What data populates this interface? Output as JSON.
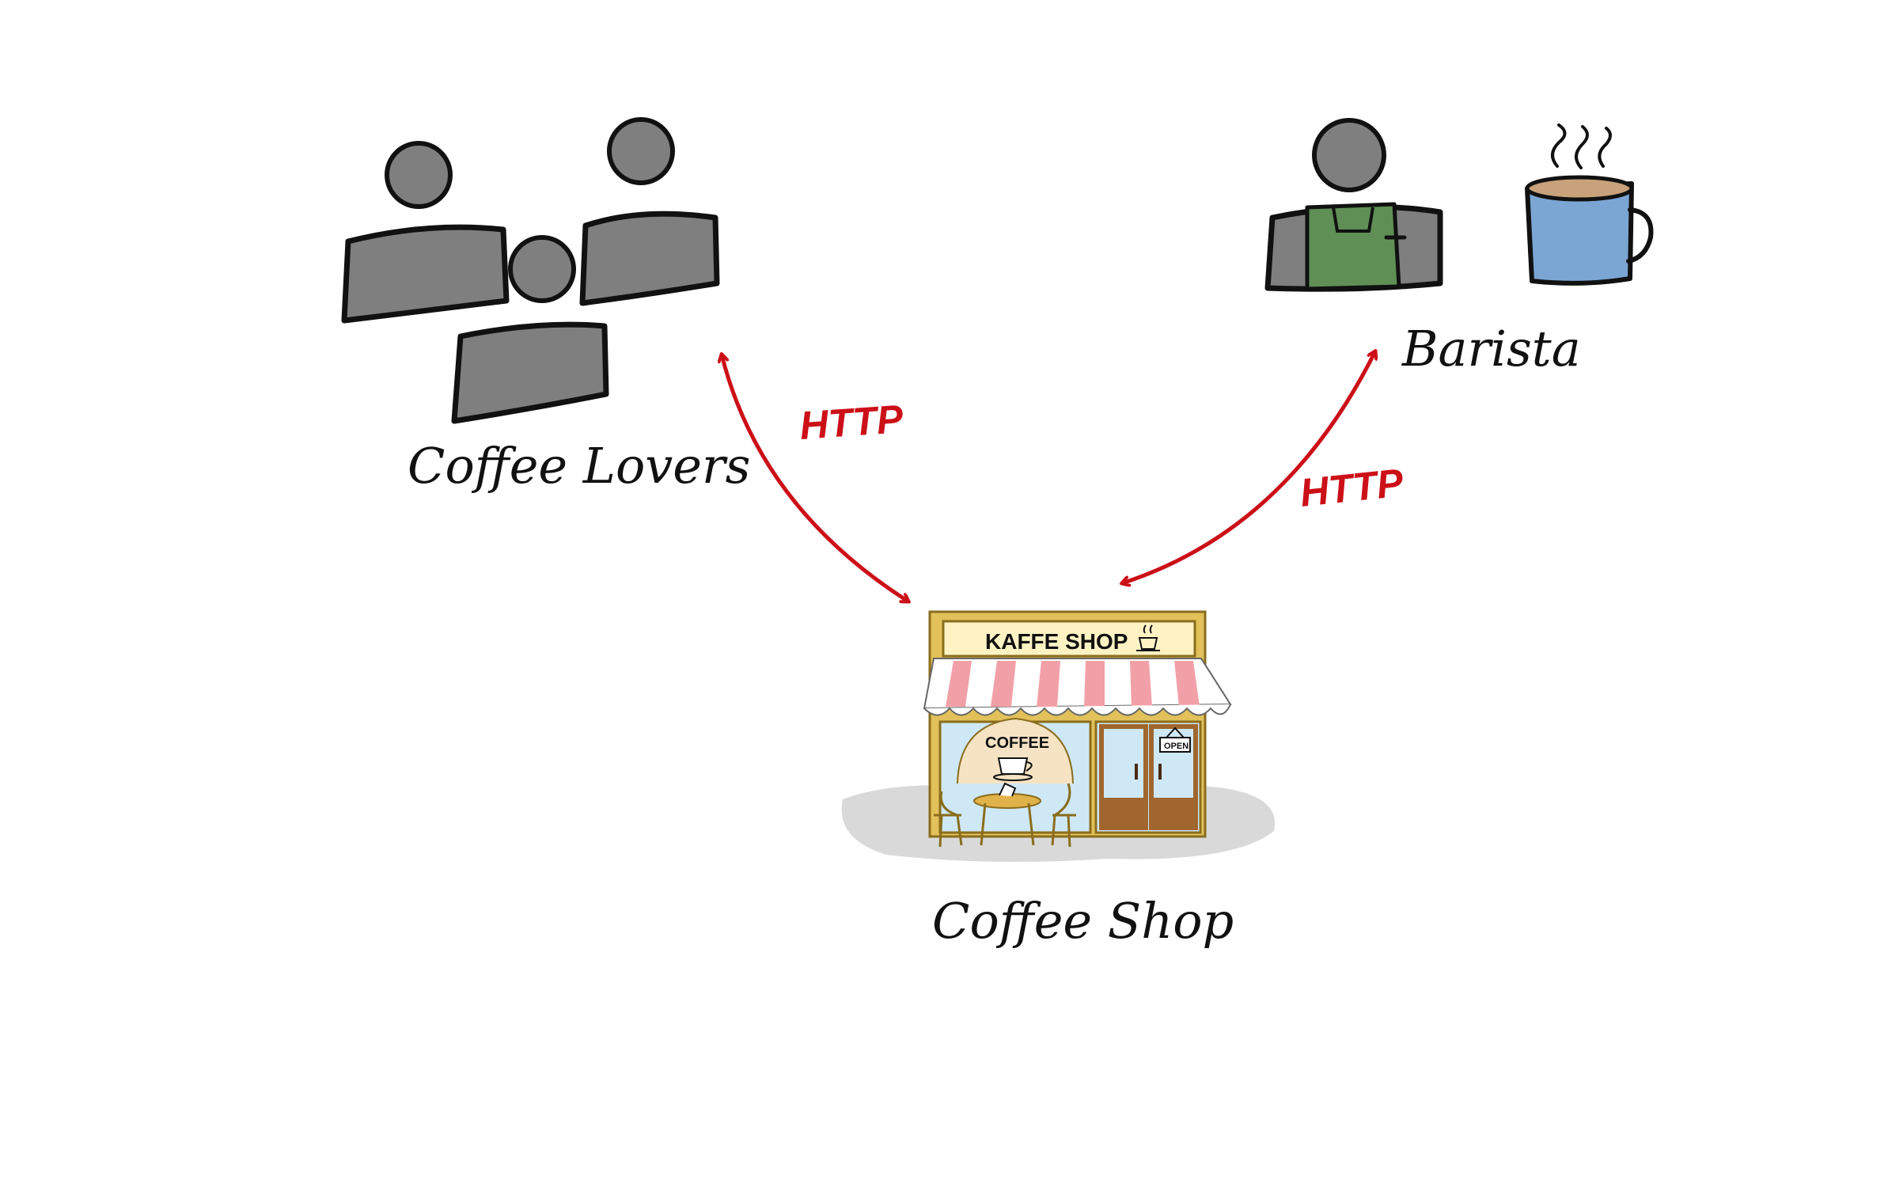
{
  "actors": {
    "coffee_lovers": {
      "label": "Coffee Lovers"
    },
    "barista": {
      "label": "Barista"
    },
    "coffee_shop": {
      "label": "Coffee Shop",
      "sign_text": "KAFFE SHOP",
      "window_text": "COFFEE",
      "door_sign": "OPEN"
    }
  },
  "connections": [
    {
      "from": "coffee_lovers",
      "to": "coffee_shop",
      "label": "HTTP",
      "bidirectional": true
    },
    {
      "from": "barista",
      "to": "coffee_shop",
      "label": "HTTP",
      "bidirectional": true
    }
  ],
  "colors": {
    "person": "#7f7f7f",
    "outline": "#111111",
    "arrow": "#cc1018",
    "apron": "#5f8f55",
    "mug": "#7ba6d4",
    "awning_stripe": "#f2a0a8",
    "shop_frame": "#e2c15a",
    "window_glass": "#cfe8f6",
    "door": "#a0662e",
    "shadow": "#d9d9d9"
  },
  "icons": {
    "coffee_lovers": "group-of-people-icon",
    "barista": "barista-person-icon",
    "mug": "steaming-coffee-mug-icon",
    "shop": "storefront-icon"
  }
}
